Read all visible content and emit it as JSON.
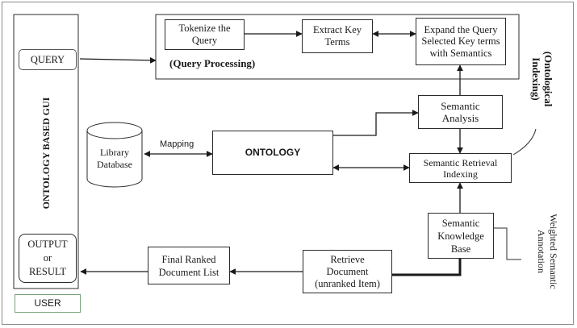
{
  "gui": {
    "title": "ONTOLOGY BASED GUI",
    "query": "QUERY",
    "output": "OUTPUT\nor\nRESULT",
    "user": "USER"
  },
  "query_processing": {
    "label": "(Query Processing)",
    "tokenize": "Tokenize the\nQuery",
    "extract": "Extract Key\nTerms",
    "expand": "Expand the Query\nSelected Key terms\nwith Semantics"
  },
  "ontological_indexing": "(Ontological\nIndexing)",
  "semantic_analysis": "Semantic\nAnalysis",
  "library_database": "Library\nDatabase",
  "mapping": "Mapping",
  "ontology": "ONTOLOGY",
  "semantic_retrieval": "Semantic Retrieval\nIndexing",
  "knowledge_base": "Semantic\nKnowledge\nBase",
  "weighted_annotation": "Weighted Semantic\nAnnotation",
  "retrieve_document": "Retrieve\nDocument\n(unranked Item)",
  "final_ranked": "Final Ranked\nDocument List",
  "colors": {
    "user_border": "#7aa37a",
    "line": "#1a1a1a"
  }
}
